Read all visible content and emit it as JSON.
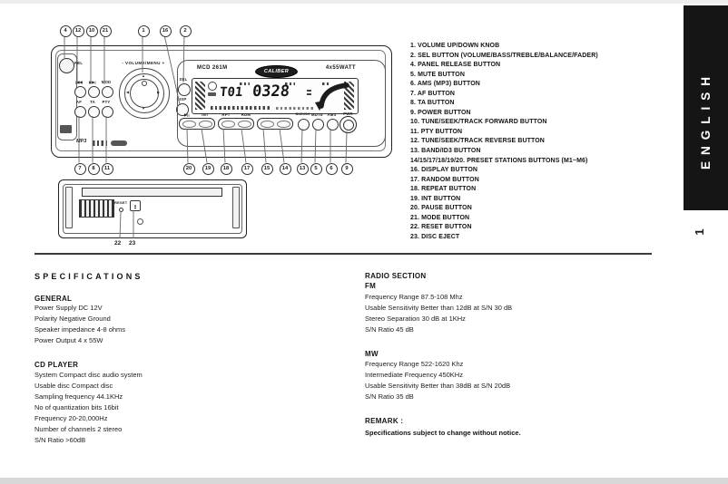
{
  "page": {
    "language_tab": "ENGLISH",
    "page_number": "1"
  },
  "diagram": {
    "model": "MCD 261M",
    "brand": "CALIBER",
    "power": "4x55WATT",
    "volume_label": "- VOLUME/MENU +",
    "labels": {
      "rel": "REL",
      "sel": "SEL",
      "disp": "DISP",
      "mod": "MOD",
      "af": "AF",
      "ta": "TA",
      "pty": "PTY",
      "int": "INT",
      "rpt": "RPT",
      "rdm": "RDM",
      "bnd": "BND/ID3",
      "mute": "MUTE",
      "ams": "AMS",
      "pwr": "PWR",
      "mp3": "MP3",
      "reset": "RESET"
    },
    "icons": {
      "prev": "|◀◀",
      "next": "▶▶|",
      "play_pause": "▶||",
      "eject": "▴"
    },
    "lcd": {
      "track": "T01",
      "time": "0328"
    },
    "callouts_top": [
      "4",
      "12",
      "10",
      "21",
      "1",
      "16",
      "2"
    ],
    "callouts_bottom": [
      "7",
      "8",
      "11",
      "20",
      "19",
      "18",
      "17",
      "15",
      "14",
      "13",
      "5",
      "6",
      "9"
    ],
    "callouts_panel": [
      "22",
      "23"
    ]
  },
  "parts_list": [
    "1. VOLUME UP/DOWN KNOB",
    "2. SEL BUTTON (VOLUME/BASS/TREBLE/BALANCE/FADER)",
    "4. PANEL RELEASE BUTTON",
    "5. MUTE BUTTON",
    "6. AMS (MP3) BUTTON",
    "7. AF BUTTON",
    "8. TA BUTTON",
    "9. POWER BUTTON",
    "10. TUNE/SEEK/TRACK FORWARD BUTTON",
    "11. PTY BUTTON",
    "12. TUNE/SEEK/TRACK REVERSE BUTTON",
    "13. BAND/ID3 BUTTON",
    "14/15/17/18/19/20. PRESET STATIONS BUTTONS (M1~M6)",
    "16. DISPLAY BUTTON",
    "17. RANDOM BUTTON",
    "18. REPEAT BUTTON",
    "19. INT BUTTON",
    "20. PAUSE BUTTON",
    "21. MODE BUTTON",
    "22. RESET BUTTON",
    "23. DISC EJECT"
  ],
  "specs": {
    "title": "SPECIFICATIONS",
    "general": {
      "heading": "GENERAL",
      "lines": [
        "Power Supply  DC 12V",
        "Polarity Negative Ground",
        "Speaker impedance  4-8 ohms",
        "Power Output 4 x 55W"
      ]
    },
    "cd_player": {
      "heading": "CD PLAYER",
      "lines": [
        "System Compact disc audio system",
        "Usable disc Compact disc",
        "Sampling frequency 44.1KHz",
        "No of quantization bits 16bit",
        "Frequency 20-20,000Hz",
        "Number of channels 2 stereo",
        "S/N Ratio >60dB"
      ]
    },
    "radio_section": {
      "heading": "RADIO SECTION"
    },
    "fm": {
      "heading": "FM",
      "lines": [
        "Frequency Range 87.5-108 Mhz",
        "Usable Sensitivity Better than 12dB at S/N 30 dB",
        "Stereo Separation 30 dB at 1KHz",
        "S/N Ratio 45 dB"
      ]
    },
    "mw": {
      "heading": "MW",
      "lines": [
        "Frequency Range 522-1620 Khz",
        "Intermediate Frequency  450KHz",
        "Usable Sensitivity Better than 38dB at S/N 20dB",
        "S/N Ratio 35 dB"
      ]
    },
    "remark": {
      "heading": "REMARK :",
      "text": "Specifications subject to change without notice."
    }
  }
}
